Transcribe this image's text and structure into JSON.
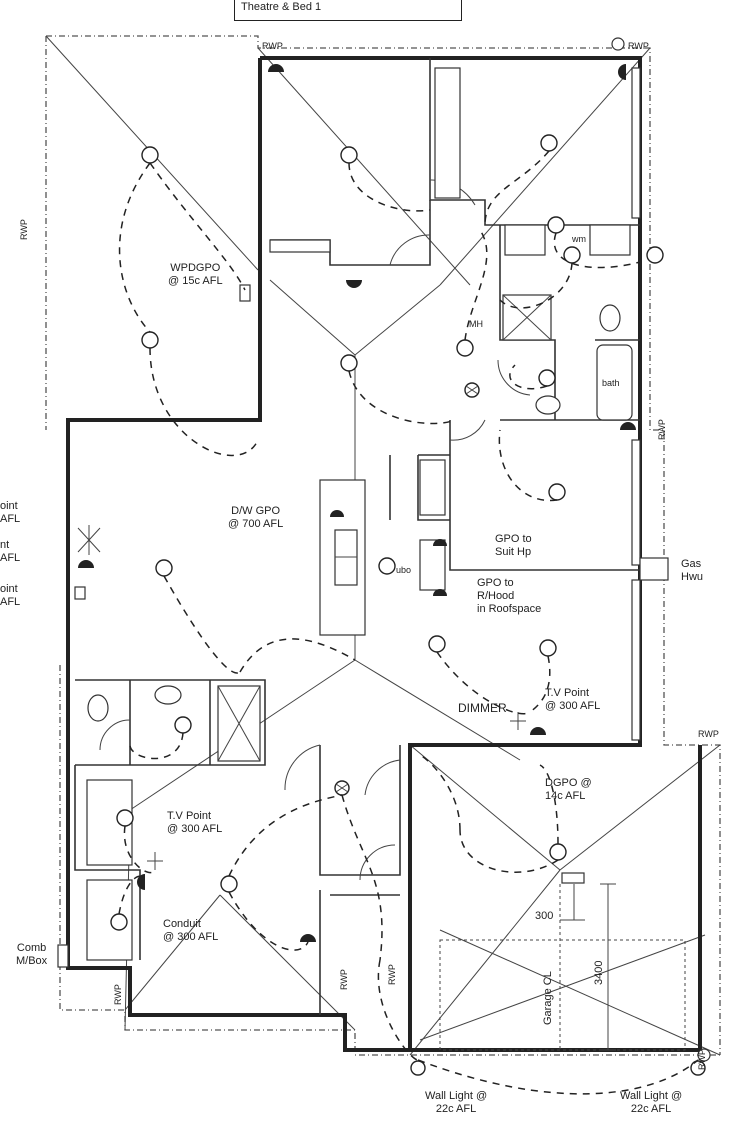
{
  "title": "Theatre & Bed 1",
  "labels": {
    "wpdgpo": [
      "WPDGPO",
      "@ 15c AFL"
    ],
    "dw_gpo": [
      "D/W GPO",
      "@ 700 AFL"
    ],
    "gpo_hp": [
      "GPO to",
      "Suit Hp"
    ],
    "gpo_rhood": [
      "GPO to",
      "R/Hood",
      "in Roofspace"
    ],
    "gas_hwu": [
      "Gas",
      "Hwu"
    ],
    "tv_family": [
      "T.V Point",
      "@ 300 AFL"
    ],
    "tv_bed": [
      "T.V Point",
      "@ 300 AFL"
    ],
    "dimmer": "DIMMER",
    "dgpo": [
      "DGPO @",
      "14c AFL"
    ],
    "conduit": [
      "Conduit",
      "@ 300 AFL"
    ],
    "comb_box": [
      "Comb",
      "M/Box"
    ],
    "wall_light_left": [
      "Wall Light @",
      "22c AFL"
    ],
    "wall_light_right": [
      "Wall Light @",
      "22c AFL"
    ],
    "garage_cl": "Garage CL",
    "dim_300": "300",
    "dim_3400": "3400",
    "ubo": "ubo",
    "wm": "wm",
    "bath": "bath",
    "mh": "MH",
    "rwp": "RWP",
    "left_partial": [
      "oint",
      "AFL",
      "nt",
      "AFL",
      "oint",
      "AFL"
    ]
  }
}
